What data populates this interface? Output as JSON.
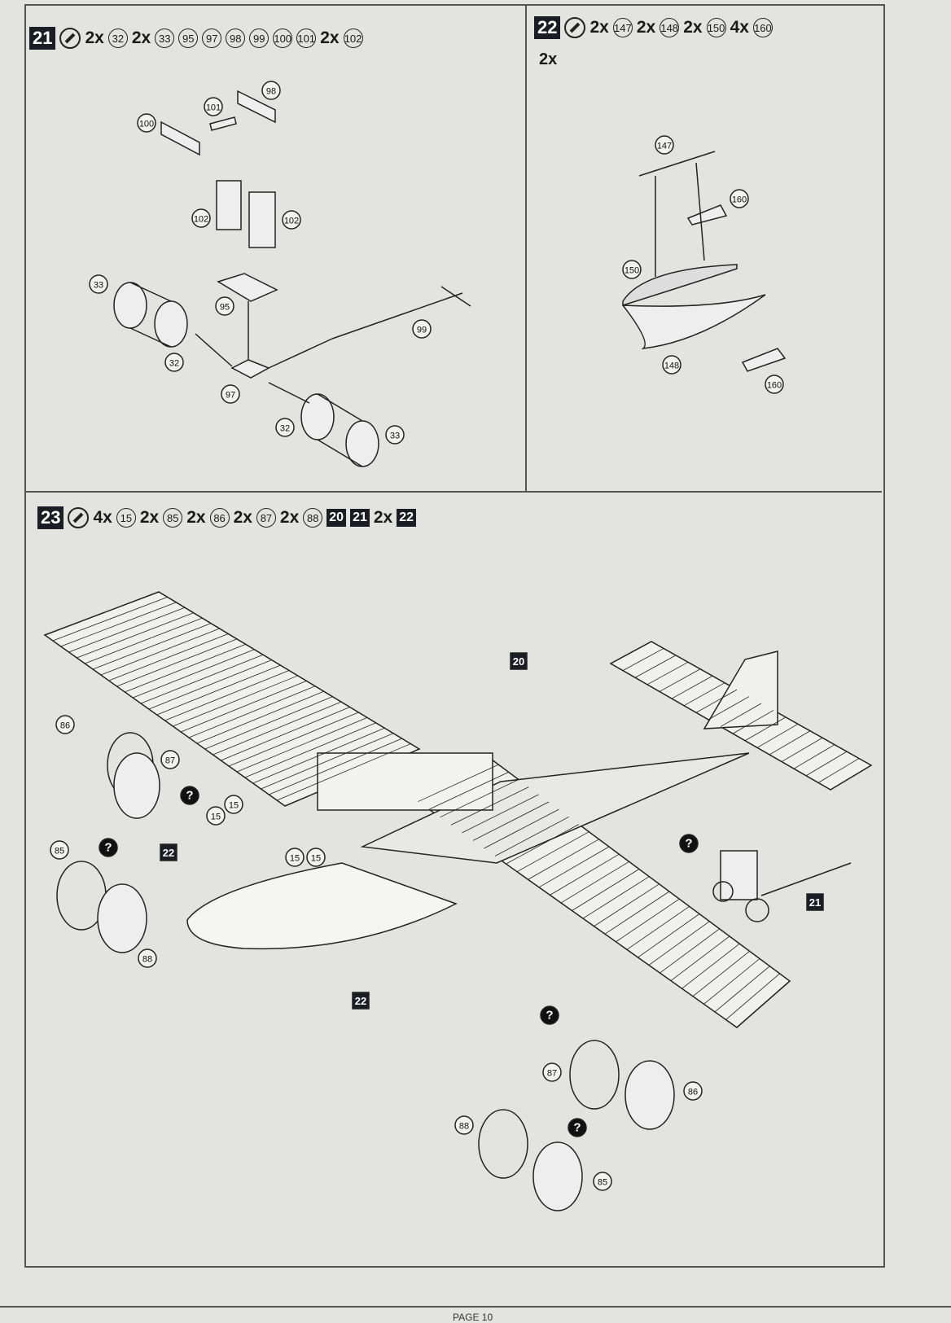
{
  "steps": [
    {
      "number": "21",
      "items": [
        {
          "qty": "2x",
          "part": "32"
        },
        {
          "qty": "2x",
          "part": "33"
        },
        {
          "part": "95"
        },
        {
          "part": "97"
        },
        {
          "part": "98"
        },
        {
          "part": "99"
        },
        {
          "part": "100"
        },
        {
          "part": "101"
        },
        {
          "qty": "2x",
          "part": "102"
        }
      ]
    },
    {
      "number": "22",
      "items": [
        {
          "qty": "2x",
          "part": "147"
        },
        {
          "qty": "2x",
          "part": "148"
        },
        {
          "qty": "2x",
          "part": "150"
        },
        {
          "qty": "4x",
          "part": "160"
        }
      ],
      "multiplier": "2x"
    },
    {
      "number": "23",
      "items": [
        {
          "qty": "4x",
          "part": "15"
        },
        {
          "qty": "2x",
          "part": "85"
        },
        {
          "qty": "2x",
          "part": "86"
        },
        {
          "qty": "2x",
          "part": "87"
        },
        {
          "qty": "2x",
          "part": "88"
        }
      ],
      "subassemblies": [
        {
          "step": "20"
        },
        {
          "step": "21"
        },
        {
          "qty": "2x",
          "step": "22"
        }
      ]
    }
  ],
  "callouts21": [
    "98",
    "101",
    "100",
    "102",
    "102",
    "33",
    "95",
    "99",
    "32",
    "97",
    "32",
    "33"
  ],
  "callouts22": [
    "147",
    "160",
    "150",
    "148",
    "160"
  ],
  "callouts23": [
    "86",
    "87",
    "15",
    "15",
    "85",
    "15",
    "15",
    "88",
    "87",
    "86",
    "88",
    "85"
  ],
  "subrefs23": [
    "20",
    "22",
    "22",
    "21"
  ],
  "question_mark": "?",
  "footer": "PAGE 10"
}
